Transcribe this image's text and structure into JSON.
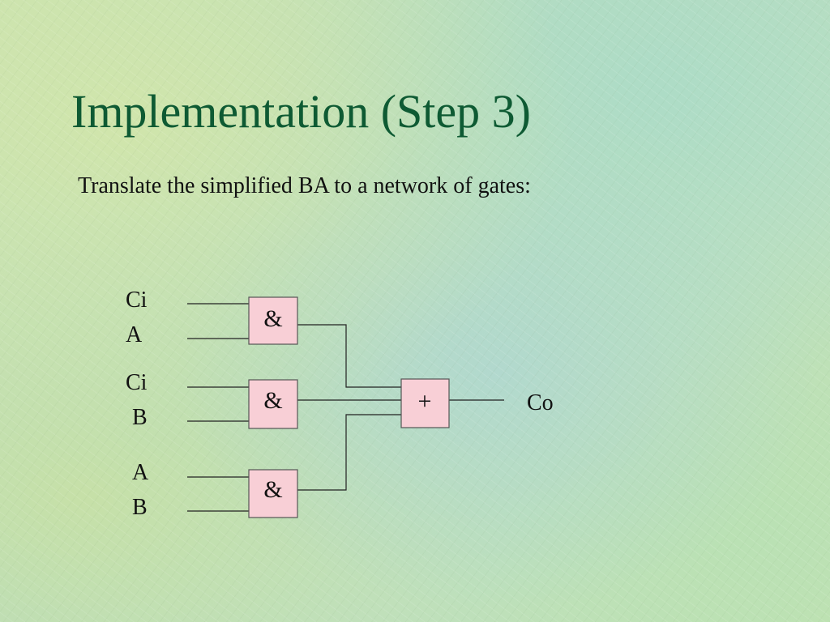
{
  "slide": {
    "title": "Implementation (Step 3)",
    "subtitle": "Translate the simplified BA to a network of gates:"
  },
  "colors": {
    "title": "#0e5a33",
    "gate_fill": "#f8cfd6",
    "wire": "#222222"
  },
  "circuit": {
    "gates": [
      {
        "id": "and1",
        "symbol": "&",
        "inputs": [
          "Ci",
          "A"
        ]
      },
      {
        "id": "and2",
        "symbol": "&",
        "inputs": [
          "Ci",
          "B"
        ]
      },
      {
        "id": "and3",
        "symbol": "&",
        "inputs": [
          "A",
          "B"
        ]
      }
    ],
    "or_gate": {
      "symbol": "+"
    },
    "output": "Co"
  }
}
